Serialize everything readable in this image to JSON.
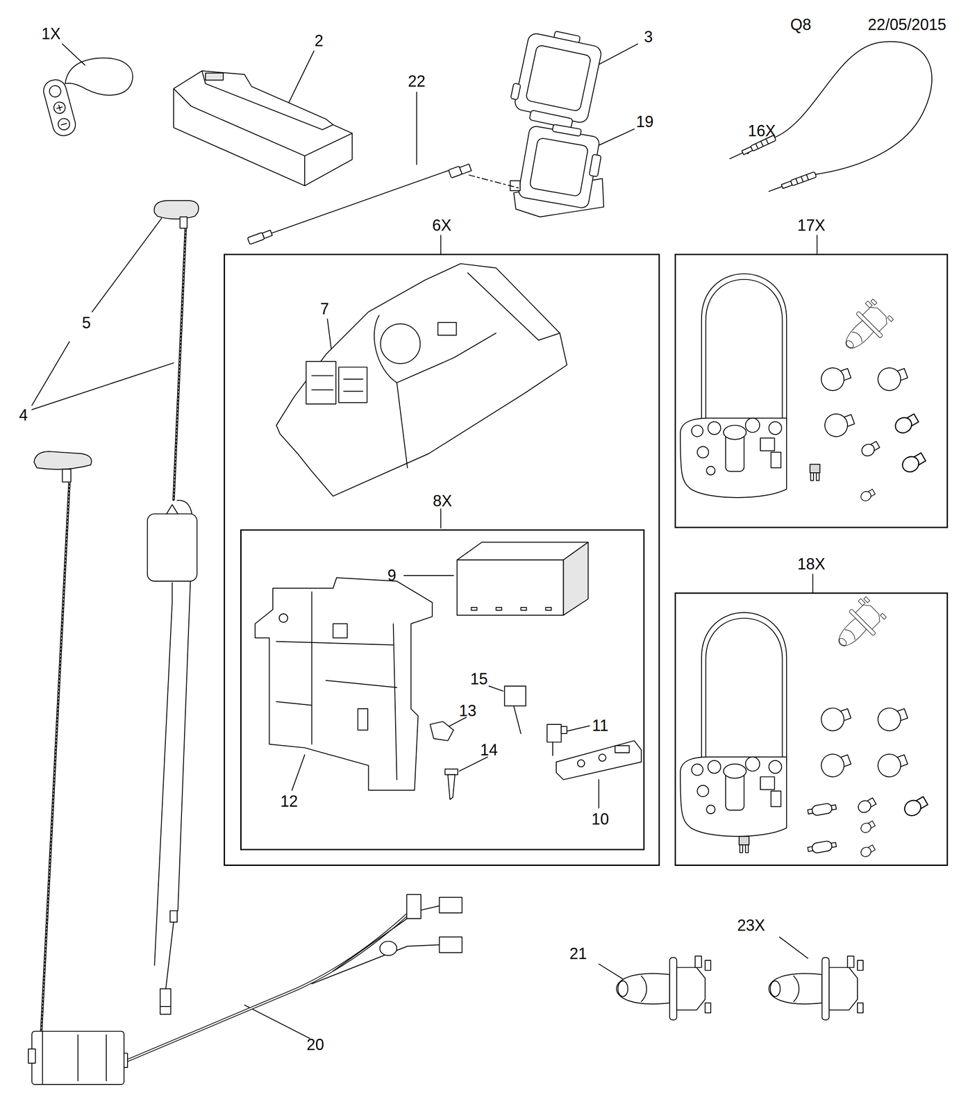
{
  "diagram": {
    "nodes": [
      {
        "text": [
          "6X"
        ]
      },
      {
        "text": [
          "8X"
        ],
        "in": 0
      },
      {
        "text": [
          "17X"
        ]
      },
      {
        "text": [
          "18X"
        ]
      }
    ],
    "labels": [
      "Q8",
      "22/05/2015",
      "1X",
      "2",
      "3",
      "22",
      "16X",
      "19",
      "5",
      "4",
      "7",
      "9",
      "15",
      "13",
      "11",
      "14",
      "12",
      "10",
      "20",
      "21",
      "23X"
    ]
  }
}
